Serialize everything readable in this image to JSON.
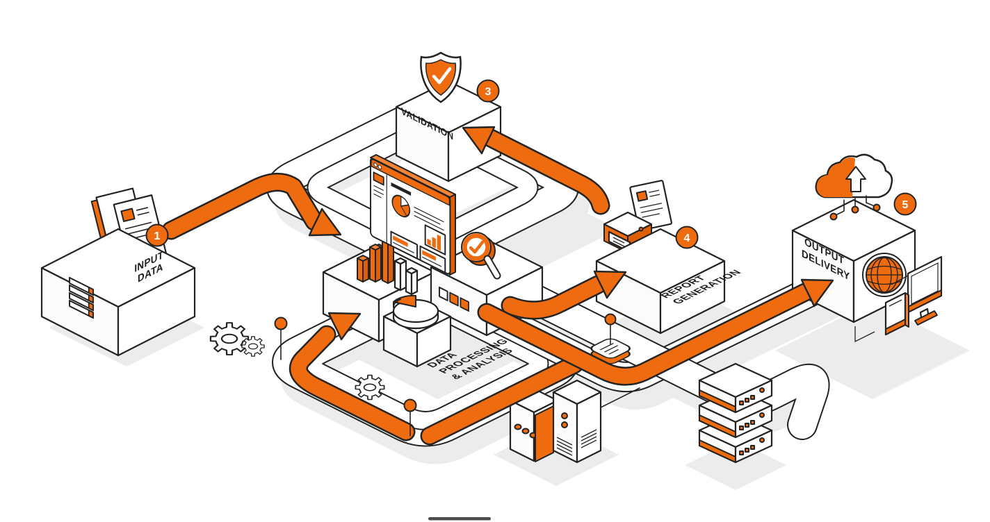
{
  "illustration": {
    "background": "#ffffff",
    "colors": {
      "accent": "#EE6C0F",
      "accent_dark": "#DD5F08",
      "accent_light": "#F58434",
      "outline": "#232323",
      "shadow": "#ECECEC",
      "badge_text": "#FFFFFF"
    },
    "steps": [
      {
        "id": "input-data",
        "number": "1",
        "label_lines": [
          "INPUT",
          "DATA"
        ],
        "icon": "documents-icon"
      },
      {
        "id": "data-processing-analysis",
        "number": "",
        "label_lines": [
          "DATA",
          "PROCESSING",
          "& ANALYSIS"
        ],
        "icons": [
          "analytics-dashboard",
          "bar-chart-3d-icon",
          "pie-chart-icon",
          "magnifier-check-icon"
        ]
      },
      {
        "id": "validation",
        "number": "3",
        "label_lines": [
          "VALIDATION"
        ],
        "icon": "shield-check-icon"
      },
      {
        "id": "report-generation",
        "number": "4",
        "label_lines": [
          "REPORT",
          "GENERATION"
        ],
        "icon": "printer-icon"
      },
      {
        "id": "output-delivery",
        "number": "5",
        "label_lines": [
          "OUTPUT",
          "DELIVERY"
        ],
        "icons": [
          "cloud-upload-icon",
          "globe-icon",
          "monitor-icon",
          "smartphone-icon"
        ]
      }
    ],
    "decor_icons": [
      "gear-icon",
      "location-pin-icon",
      "beacon-icon",
      "server-tower-icon",
      "server-rack-icon"
    ]
  }
}
